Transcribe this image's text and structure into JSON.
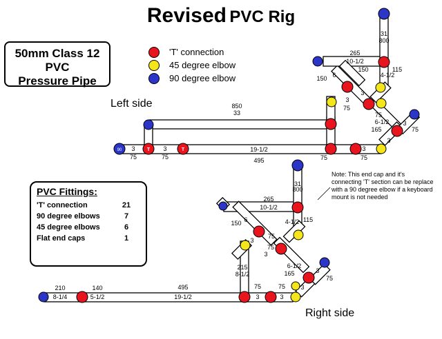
{
  "title": {
    "main": "Revised",
    "sub": "PVC Rig"
  },
  "spec": {
    "line1": "50mm Class 12 PVC",
    "line2": "Pressure Pipe"
  },
  "legend": [
    {
      "label": "'T' connection",
      "color": "#e8141e"
    },
    {
      "label": "45 degree elbow",
      "color": "#f4e61a"
    },
    {
      "label": "90 degree elbow",
      "color": "#2b36c8"
    }
  ],
  "sides": {
    "left": "Left side",
    "right": "Right side"
  },
  "fittings": {
    "heading": "PVC Fittings:",
    "items": [
      {
        "name": "'T' connection",
        "count": "21"
      },
      {
        "name": "90 degree elbows",
        "count": "7"
      },
      {
        "name": "45 degree elbows",
        "count": "6"
      },
      {
        "name": "Flat end caps",
        "count": "1"
      }
    ]
  },
  "note": "Note: This end cap and it's connecting 'T' section can be replace with a 90 degree elbow if a keyboard mount is not needed",
  "markers": {
    "tee": "T",
    "cap": "90"
  },
  "colors": {
    "tee": "#e8141e",
    "elbow45": "#f4e61a",
    "elbow90": "#2b36c8",
    "pipe": "#ffffff"
  },
  "labels": {
    "L_top_mm": "850",
    "L_top_in": "33",
    "L_bot_in": "19-1/2",
    "L_bot_mm": "495",
    "L_a1": "3",
    "L_a2": "75",
    "L_a3": "3",
    "L_a4": "75",
    "L_b1": "75",
    "L_b2": "3",
    "L_b3": "75",
    "L_up_in": "31",
    "L_up_mm": "800",
    "L_arm_mm": "265",
    "L_arm_in": "10-1/2",
    "L_arm2": "150",
    "L_arm3": "115",
    "L_arm4": "4-1/2",
    "L_arm5": "150",
    "L_arm6": "6",
    "L_c1": "3",
    "L_c2": "75",
    "L_c3": "3",
    "L_c4": "75",
    "L_d1": "6-1/2",
    "L_d2": "165",
    "L_d3": "3",
    "L_d4": "75",
    "L_d5": "3",
    "R_up_in": "31",
    "R_up_mm": "800",
    "R_arm_mm": "265",
    "R_arm_in": "10-1/2",
    "R_arm2": "150",
    "R_arm3": "6",
    "R_arm4": "4-1/2",
    "R_arm5": "115",
    "R_c1": "3",
    "R_c2": "75",
    "R_c3": "3",
    "R_c4": "75",
    "R_v_mm": "215",
    "R_v_in": "8-1/2",
    "R_d1": "6-1/2",
    "R_d2": "165",
    "R_d3": "3",
    "R_d4": "75",
    "R_d5": "3",
    "R_b1_mm": "210",
    "R_b1_in": "8-1/4",
    "R_b2_mm": "140",
    "R_b2_in": "5-1/2",
    "R_b3_mm": "495",
    "R_b3_in": "19-1/2",
    "R_e1": "75",
    "R_e2": "3",
    "R_e3": "75",
    "R_e4": "3"
  }
}
